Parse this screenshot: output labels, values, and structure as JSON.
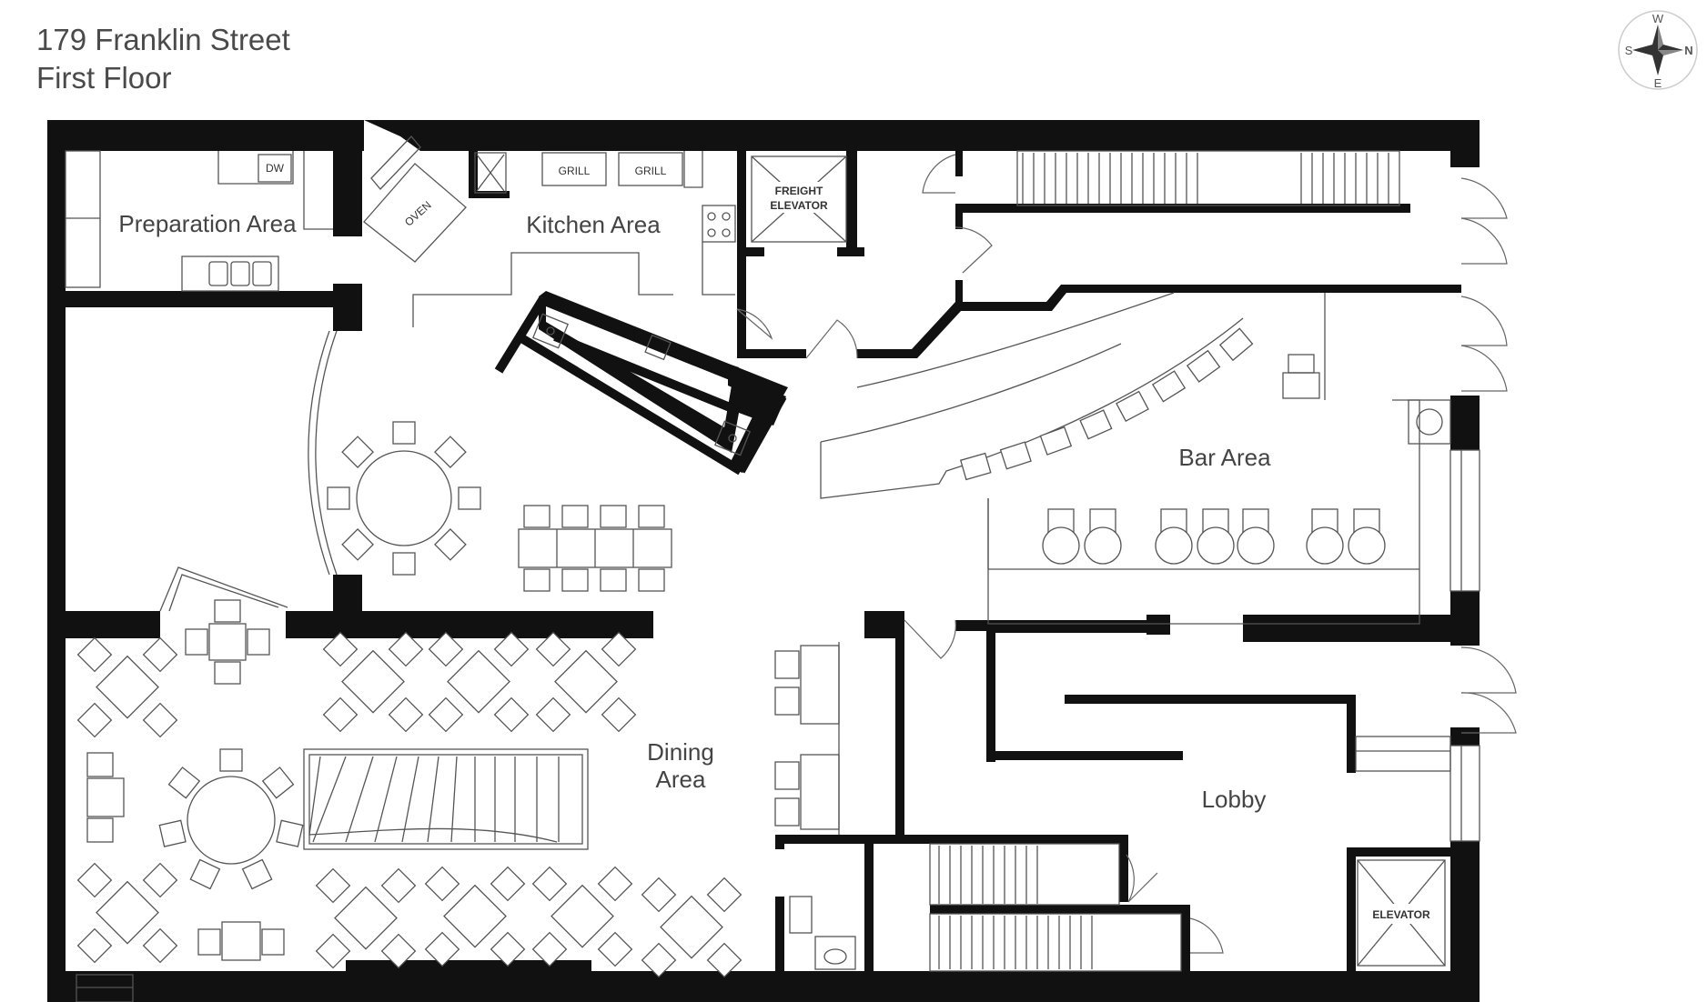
{
  "header": {
    "address": "179 Franklin Street",
    "floor": "First Floor"
  },
  "compass": {
    "top": "W",
    "left": "S",
    "right": "N",
    "bottom": "E"
  },
  "rooms": {
    "preparation": "Preparation Area",
    "kitchen": "Kitchen Area",
    "bar": "Bar Area",
    "dining_line1": "Dining",
    "dining_line2": "Area",
    "lobby": "Lobby"
  },
  "fixtures": {
    "dw": "DW",
    "oven": "OVEN",
    "grill_1": "GRILL",
    "grill_2": "GRILL",
    "freight_line1": "FREIGHT",
    "freight_line2": "ELEVATOR",
    "elevator": "ELEVATOR"
  },
  "colors": {
    "wall": "#111111",
    "line": "#555555",
    "text": "#444444"
  }
}
